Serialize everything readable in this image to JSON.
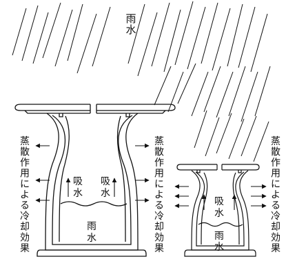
{
  "rain_label": "雨水",
  "large_vessel": {
    "left_effect_label": "蒸散作用による冷却効果",
    "right_effect_label": "蒸散作用による冷却効果",
    "absorb_label": "吸水",
    "water_label": "雨水"
  },
  "small_vessel": {
    "effect_label": "蒸散作用による冷却効果",
    "absorb_label": "吸水",
    "water_label": "雨水"
  },
  "colors": {
    "ink": "#111111",
    "background": "#ffffff"
  }
}
